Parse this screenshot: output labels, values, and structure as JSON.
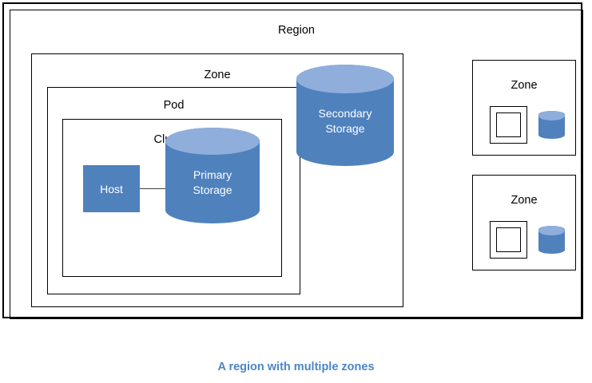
{
  "diagram": {
    "caption": "A region with multiple zones",
    "caption_color": "#4A86C8",
    "background": "#FFFFFF",
    "border_color": "#000000",
    "region": {
      "label": "Region",
      "zone_main": {
        "label": "Zone",
        "pod": {
          "label": "Pod",
          "cluster": {
            "label": "Cluster",
            "host": {
              "label": "Host",
              "fill": "#4F81BD",
              "text_color": "#FFFFFF"
            },
            "primary_storage": {
              "label_line1": "Primary",
              "label_line2": "Storage",
              "body_fill": "#4F81BD",
              "top_fill": "#8FAEDC",
              "text_color": "#FFFFFF"
            }
          }
        },
        "secondary_storage": {
          "label_line1": "Secondary",
          "label_line2": "Storage",
          "body_fill": "#4F81BD",
          "top_fill": "#8FAEDC",
          "text_color": "#FFFFFF"
        }
      },
      "zones_collapsed": [
        {
          "label": "Zone",
          "contents": {
            "nested_square": "pod-cluster-square",
            "storage": "primary-storage-cylinder"
          }
        },
        {
          "label": "Zone",
          "contents": {
            "nested_square": "pod-cluster-square",
            "storage": "primary-storage-cylinder"
          }
        }
      ]
    }
  }
}
